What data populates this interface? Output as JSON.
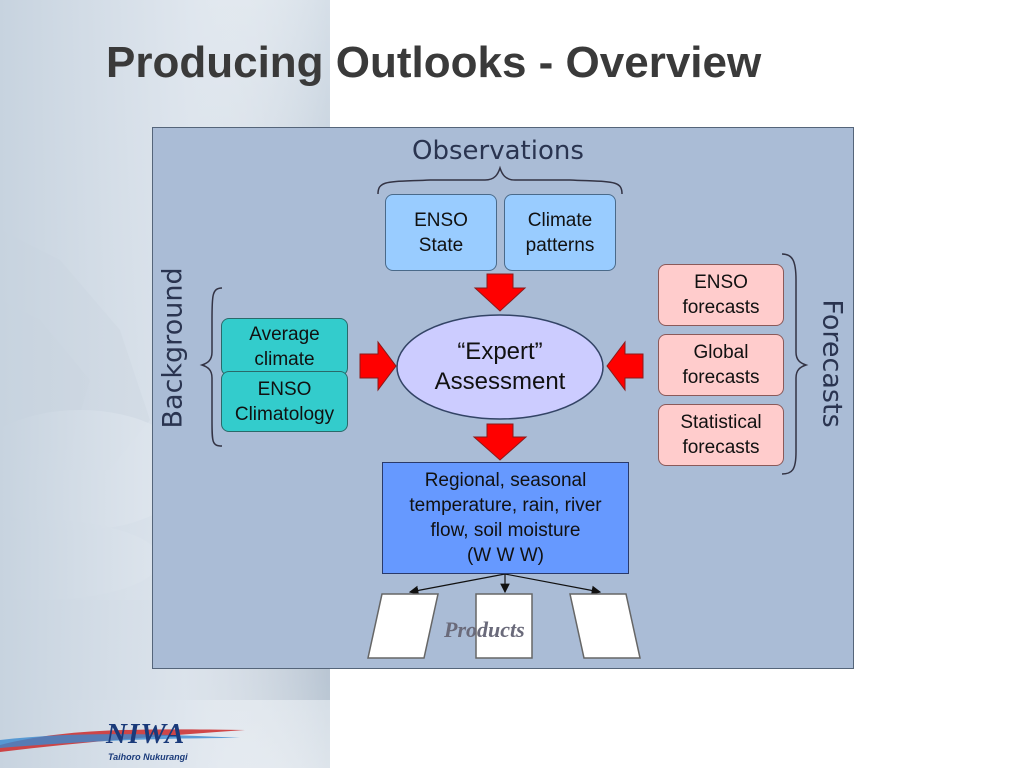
{
  "slide": {
    "title": "Producing Outlooks - Overview"
  },
  "diagram": {
    "observations": {
      "label": "Observations",
      "items": [
        "ENSO\nState",
        "Climate\npatterns"
      ]
    },
    "background": {
      "label": "Background",
      "items": [
        "Average\nclimate",
        "ENSO\nClimatology"
      ]
    },
    "forecasts": {
      "label": "Forecasts",
      "items": [
        "ENSO\nforecasts",
        "Global\nforecasts",
        "Statistical\nforecasts"
      ]
    },
    "center": "“Expert”\nAssessment",
    "result": "Regional, seasonal\ntemperature, rain, river\nflow, soil moisture\n(W W W)",
    "products_label": "Products"
  },
  "logo": {
    "name": "NIWA",
    "subtitle": "Taihoro Nukurangi"
  },
  "colors": {
    "observation_box": "#99ccff",
    "background_box": "#33cccc",
    "forecast_box": "#ffcccc",
    "result_box": "#6699ff",
    "center_ellipse": "#ccccff",
    "arrow": "#ff0000",
    "panel": "#aabcd6"
  }
}
